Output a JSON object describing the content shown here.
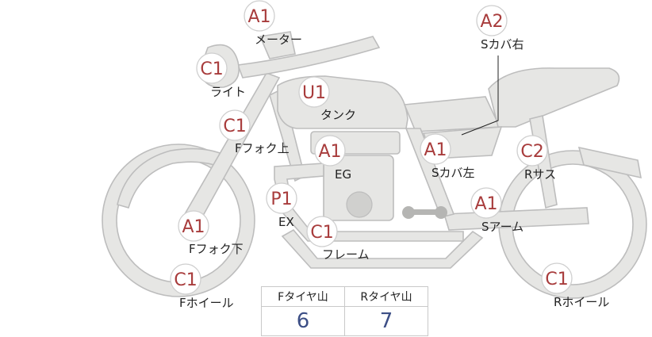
{
  "badges": [
    {
      "id": "meter",
      "grade": "A1",
      "label": "メーター"
    },
    {
      "id": "rcover",
      "grade": "A2",
      "label": "Sカバ右"
    },
    {
      "id": "light",
      "grade": "C1",
      "label": "ライト"
    },
    {
      "id": "tank",
      "grade": "U1",
      "label": "タンク"
    },
    {
      "id": "ffork-upper",
      "grade": "C1",
      "label": "Fフォク上"
    },
    {
      "id": "eg",
      "grade": "A1",
      "label": "EG"
    },
    {
      "id": "lcover",
      "grade": "A1",
      "label": "Sカバ左"
    },
    {
      "id": "rsus",
      "grade": "C2",
      "label": "Rサス"
    },
    {
      "id": "ex",
      "grade": "P1",
      "label": "EX"
    },
    {
      "id": "sarm",
      "grade": "A1",
      "label": "Sアーム"
    },
    {
      "id": "ffork-lower",
      "grade": "A1",
      "label": "Fフォク下"
    },
    {
      "id": "frame",
      "grade": "C1",
      "label": "フレーム"
    },
    {
      "id": "fwheel",
      "grade": "C1",
      "label": "Fホイール"
    },
    {
      "id": "rwheel",
      "grade": "C1",
      "label": "Rホイール"
    }
  ],
  "tire_table": {
    "front_header": "Fタイヤ山",
    "rear_header": "Rタイヤ山",
    "front_value": "6",
    "rear_value": "7"
  }
}
